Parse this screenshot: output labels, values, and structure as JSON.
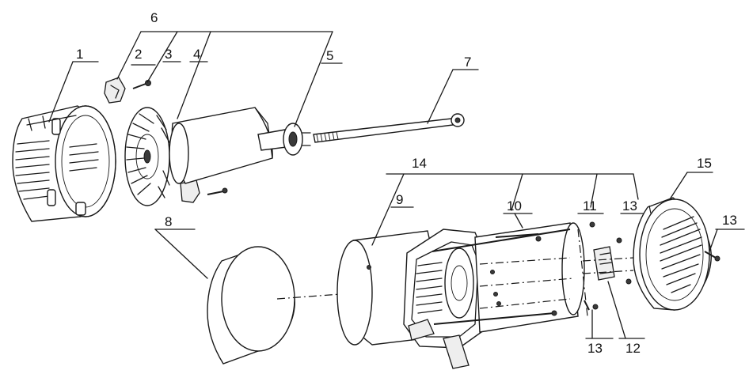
{
  "callouts": [
    {
      "id": "c1",
      "text": "1"
    },
    {
      "id": "c2",
      "text": "2"
    },
    {
      "id": "c3",
      "text": "3"
    },
    {
      "id": "c4",
      "text": "4"
    },
    {
      "id": "c5",
      "text": "5"
    },
    {
      "id": "c6",
      "text": "6"
    },
    {
      "id": "c7",
      "text": "7"
    },
    {
      "id": "c8",
      "text": "8"
    },
    {
      "id": "c9",
      "text": "9"
    },
    {
      "id": "c10",
      "text": "10"
    },
    {
      "id": "c11",
      "text": "11"
    },
    {
      "id": "c12",
      "text": "12"
    },
    {
      "id": "c13a",
      "text": "13"
    },
    {
      "id": "c13b",
      "text": "13"
    },
    {
      "id": "c13c",
      "text": "13"
    },
    {
      "id": "c14",
      "text": "14"
    },
    {
      "id": "c15",
      "text": "15"
    }
  ]
}
